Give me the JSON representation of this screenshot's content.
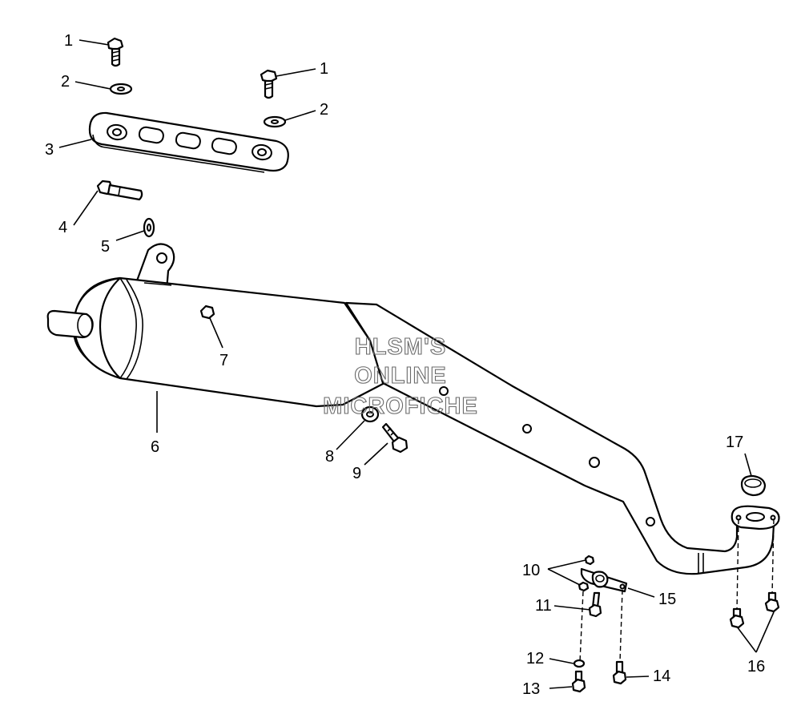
{
  "watermark": {
    "line1": "HLSM'S",
    "line2": "ONLINE",
    "line3": "MICROFICHE"
  },
  "callouts": {
    "c1a": "1",
    "c1b": "1",
    "c2a": "2",
    "c2b": "2",
    "c3": "3",
    "c4": "4",
    "c5": "5",
    "c6": "6",
    "c7": "7",
    "c8": "8",
    "c9": "9",
    "c10": "10",
    "c11": "11",
    "c12": "12",
    "c13": "13",
    "c14": "14",
    "c15": "15",
    "c16": "16",
    "c17": "17"
  }
}
